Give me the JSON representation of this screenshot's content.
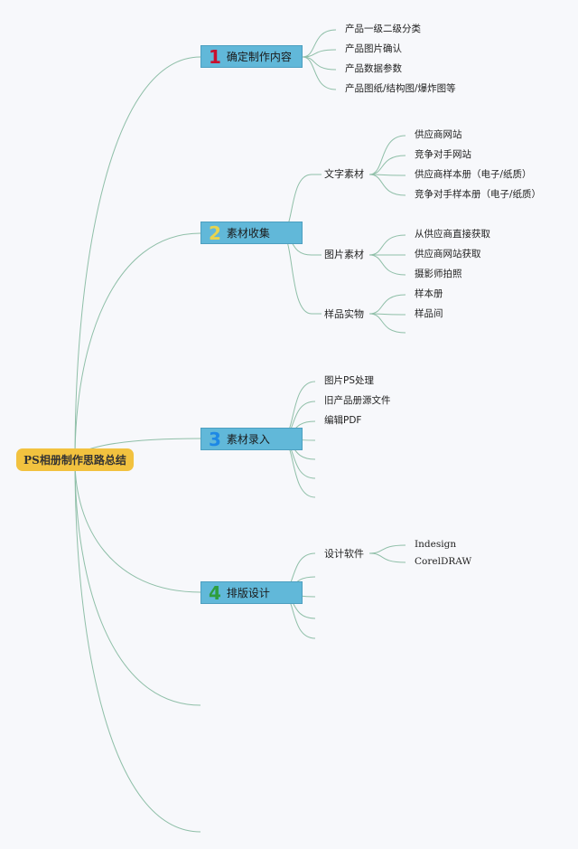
{
  "root": {
    "label": "PS相册制作思路总结"
  },
  "topics": [
    {
      "number": "1",
      "number_color": "#c8102e",
      "label": "确定制作内容",
      "items": [
        "产品一级二级分类",
        "产品图片确认",
        "产品数据参数",
        "产品图纸/结构图/爆炸图等"
      ]
    },
    {
      "number": "2",
      "number_color": "#e8d44d",
      "label": "素材收集",
      "groups": [
        {
          "label": "文字素材",
          "items": [
            "供应商网站",
            "竞争对手网站",
            "供应商样本册（电子/纸质）",
            "竞争对手样本册（电子/纸质）"
          ]
        },
        {
          "label": "图片素材",
          "items": [
            "从供应商直接获取",
            "供应商网站获取",
            "摄影师拍照"
          ]
        },
        {
          "label": "样品实物",
          "items": [
            "样本册",
            "样品间"
          ]
        }
      ]
    },
    {
      "number": "3",
      "number_color": "#1e88e5",
      "label": "素材录入",
      "items": [
        "图片PS处理",
        "旧产品册源文件",
        "编辑PDF"
      ]
    },
    {
      "number": "4",
      "number_color": "#2e9e3e",
      "label": "排版设计",
      "groups": [
        {
          "label": "设计软件",
          "items": [
            "Indesign",
            "CorelDRAW"
          ]
        }
      ]
    }
  ],
  "colors": {
    "link": "#8fbfa8",
    "topic_fill": "#61b8d9",
    "root_fill": "#f2c23f"
  }
}
